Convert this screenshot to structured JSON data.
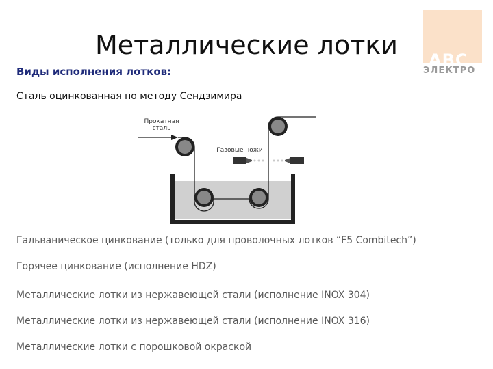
{
  "slide": {
    "title": "Металлические лотки",
    "subtitle": "Виды исполнения лотков:",
    "main_item": "Сталь оцинкованная по методу Сендзимира"
  },
  "logo": {
    "name": "ABC",
    "sub": "ЭЛЕКТРО",
    "box_color": "#fbe1c9"
  },
  "diagram": {
    "label_rolled_line1": "Прокатная",
    "label_rolled_line2": "сталь",
    "label_gas_knives": "Газовые ножи"
  },
  "items": [
    "Гальваническое цинкование (только для проволочных лотков “F5 Combitech”)",
    "Горячее цинкование (исполнение HDZ)",
    "Металлические лотки из нержавеющей стали (исполнение INOX 304)",
    "Металлические лотки из нержавеющей стали (исполнение INOX 316)",
    "Металлические лотки с порошковой окраской"
  ],
  "colors": {
    "subtitle": "#1f2b7a",
    "list_text": "#595959",
    "bath_fill": "#d0d0d0"
  }
}
